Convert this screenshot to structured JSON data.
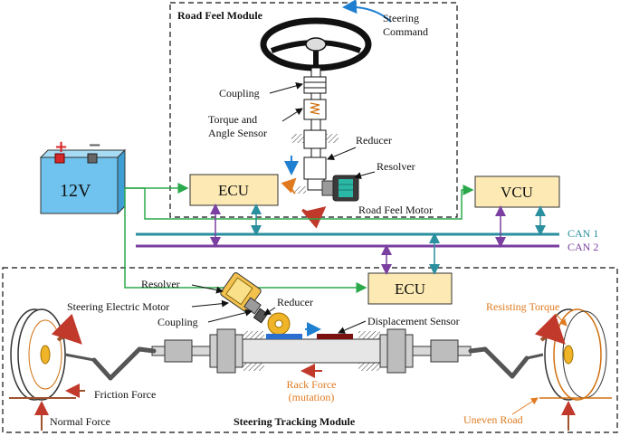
{
  "modules": {
    "road_feel": "Road Feel Module",
    "steering_tracking": "Steering Tracking Module"
  },
  "battery": {
    "label": "12V",
    "plus": "+",
    "minus": "−"
  },
  "boxes": {
    "ecu_top": "ECU",
    "ecu_bottom": "ECU",
    "vcu": "VCU"
  },
  "buses": {
    "can1": "CAN 1",
    "can2": "CAN 2"
  },
  "labels": {
    "steering_command": "Steering\nCommand",
    "coupling_top": "Coupling",
    "torque_sensor": "Torque and\nAngle Sensor",
    "reducer_top": "Reducer",
    "resolver_top": "Resolver",
    "road_feel_motor": "Road Feel Motor",
    "resolver_bottom": "Resolver",
    "steering_motor": "Steering Electric Motor",
    "reducer_bottom": "Reducer",
    "coupling_bottom": "Coupling",
    "displacement_sensor": "Displacement Sensor",
    "resisting_torque": "Resisting Torque",
    "friction_force": "Friction Force",
    "normal_force": "Normal Force",
    "rack_force": "Rack Force\n(mutation)",
    "uneven_road": "Uneven Road"
  },
  "colors": {
    "power_line": "#2aa84a",
    "can1": "#2a8f9e",
    "can2": "#7a3fa0",
    "box_fill": "#fce9b4",
    "battery_fill": "#6fc3ee",
    "accent_orange": "#e07a1f",
    "accent_blue": "#1f7fd0",
    "accent_red": "#c0392b"
  }
}
